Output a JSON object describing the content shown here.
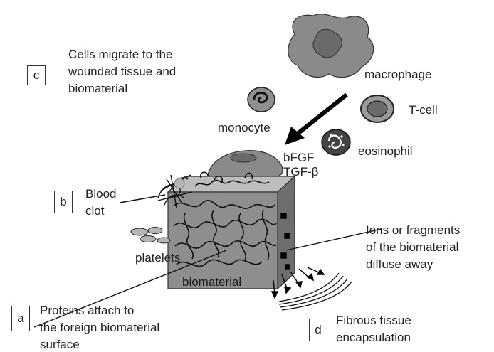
{
  "steps": {
    "c": {
      "letter": "c",
      "lines": [
        "Cells migrate to the",
        "wounded tissue and",
        "biomaterial"
      ]
    },
    "b": {
      "letter": "b",
      "lines": [
        "Blood",
        "clot"
      ]
    },
    "a": {
      "letter": "a",
      "lines": [
        "Proteins attach to",
        "the foreign biomaterial",
        "surface"
      ]
    },
    "d": {
      "letter": "d",
      "lines": [
        "Fibrous tissue",
        "encapsulation"
      ]
    }
  },
  "cells": {
    "macrophage": "macrophage",
    "t_cell": "T-cell",
    "monocyte": "monocyte",
    "eosinophil": "eosinophil",
    "platelets": "platelets"
  },
  "factors": [
    "bFGF",
    "TGF-β"
  ],
  "biomaterial": {
    "label": "biomaterial",
    "ions_lines": [
      "Ions or fragments",
      "of the biomaterial",
      "diffuse away"
    ]
  },
  "colors": {
    "macrophage_outer": "#8a8a8a",
    "macrophage_nucleus": "#6a6a6a",
    "block_front": "#8e8e8e",
    "block_top": "#bdbdbd",
    "block_side": "#6e6e6e",
    "ink": "#111111"
  }
}
